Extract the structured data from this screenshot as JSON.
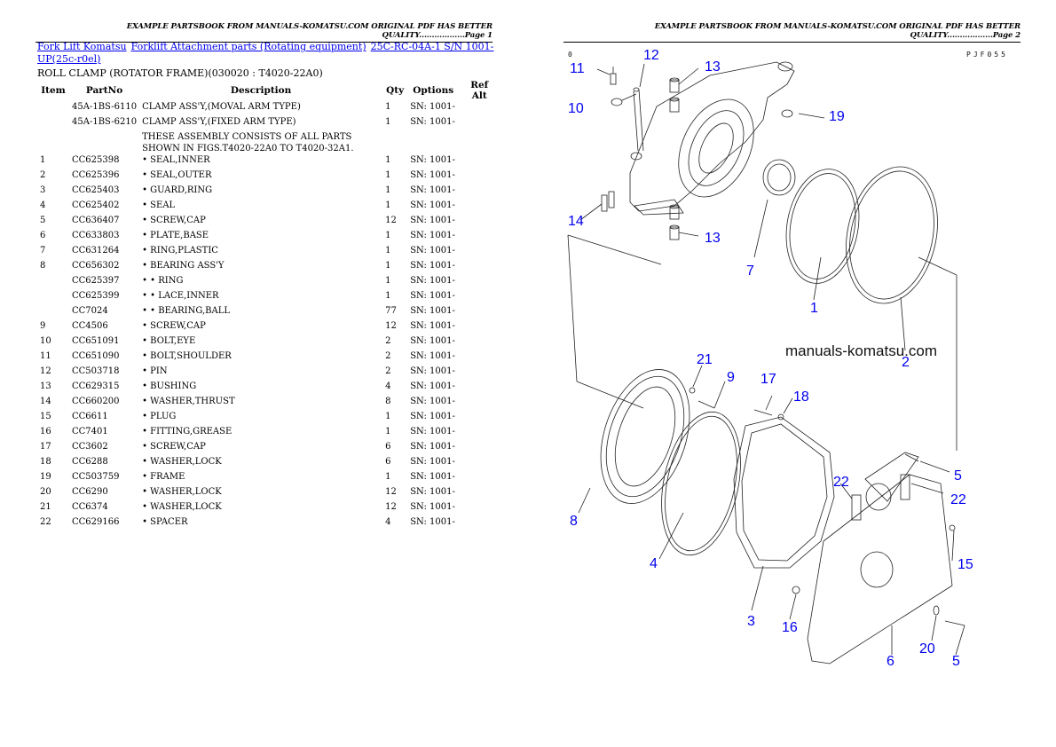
{
  "header": {
    "page1": "EXAMPLE PARTSBOOK FROM MANUALS-KOMATSU.COM ORIGINAL PDF HAS BETTER QUALITY..................Page 1",
    "page2": "EXAMPLE PARTSBOOK FROM MANUALS-KOMATSU.COM ORIGINAL PDF HAS BETTER QUALITY..................Page 2"
  },
  "breadcrumb": {
    "link1": "Fork Lift Komatsu",
    "link2": "Forklift Attachment parts (Rotating equipment)",
    "link3": "25C-RC-04A-1 S/N 1001-UP(25c-r0el)"
  },
  "subtitle": "ROLL CLAMP (ROTATOR FRAME)(030020 : T4020-22A0)",
  "table": {
    "headers": [
      "Item",
      "PartNo",
      "Description",
      "Qty",
      "Options",
      "Ref Alt"
    ],
    "rows": [
      [
        "",
        "45A-1BS-6110",
        "CLAMP ASS'Y,(MOVAL ARM TYPE)",
        "1",
        "SN: 1001-",
        ""
      ],
      [
        "",
        "45A-1BS-6210",
        "CLAMP ASS'Y,(FIXED ARM TYPE)",
        "1",
        "SN: 1001-",
        ""
      ],
      [
        "",
        "",
        "THESE ASSEMBLY CONSISTS OF ALL PARTS SHOWN IN FIGS.T4020-22A0 TO T4020-32A1.",
        "",
        "",
        ""
      ],
      [
        "1",
        "CC625398",
        "• SEAL,INNER",
        "1",
        "SN: 1001-",
        ""
      ],
      [
        "2",
        "CC625396",
        "• SEAL,OUTER",
        "1",
        "SN: 1001-",
        ""
      ],
      [
        "3",
        "CC625403",
        "• GUARD,RING",
        "1",
        "SN: 1001-",
        ""
      ],
      [
        "4",
        "CC625402",
        "• SEAL",
        "1",
        "SN: 1001-",
        ""
      ],
      [
        "5",
        "CC636407",
        "• SCREW,CAP",
        "12",
        "SN: 1001-",
        ""
      ],
      [
        "6",
        "CC633803",
        "• PLATE,BASE",
        "1",
        "SN: 1001-",
        ""
      ],
      [
        "7",
        "CC631264",
        "• RING,PLASTIC",
        "1",
        "SN: 1001-",
        ""
      ],
      [
        "8",
        "CC656302",
        "• BEARING ASS'Y",
        "1",
        "SN: 1001-",
        ""
      ],
      [
        "",
        "CC625397",
        "• • RING",
        "1",
        "SN: 1001-",
        ""
      ],
      [
        "",
        "CC625399",
        "• • LACE,INNER",
        "1",
        "SN: 1001-",
        ""
      ],
      [
        "",
        "CC7024",
        "• • BEARING,BALL",
        "77",
        "SN: 1001-",
        ""
      ],
      [
        "9",
        "CC4506",
        "• SCREW,CAP",
        "12",
        "SN: 1001-",
        ""
      ],
      [
        "10",
        "CC651091",
        "• BOLT,EYE",
        "2",
        "SN: 1001-",
        ""
      ],
      [
        "11",
        "CC651090",
        "• BOLT,SHOULDER",
        "2",
        "SN: 1001-",
        ""
      ],
      [
        "12",
        "CC503718",
        "• PIN",
        "2",
        "SN: 1001-",
        ""
      ],
      [
        "13",
        "CC629315",
        "• BUSHING",
        "4",
        "SN: 1001-",
        ""
      ],
      [
        "14",
        "CC660200",
        "• WASHER,THRUST",
        "8",
        "SN: 1001-",
        ""
      ],
      [
        "15",
        "CC6611",
        "• PLUG",
        "1",
        "SN: 1001-",
        ""
      ],
      [
        "16",
        "CC7401",
        "• FITTING,GREASE",
        "1",
        "SN: 1001-",
        ""
      ],
      [
        "17",
        "CC3602",
        "• SCREW,CAP",
        "6",
        "SN: 1001-",
        ""
      ],
      [
        "18",
        "CC6288",
        "• WASHER,LOCK",
        "6",
        "SN: 1001-",
        ""
      ],
      [
        "19",
        "CC503759",
        "• FRAME",
        "1",
        "SN: 1001-",
        ""
      ],
      [
        "20",
        "CC6290",
        "• WASHER,LOCK",
        "12",
        "SN: 1001-",
        ""
      ],
      [
        "21",
        "CC6374",
        "• WASHER,LOCK",
        "12",
        "SN: 1001-",
        ""
      ],
      [
        "22",
        "CC629166",
        "• SPACER",
        "4",
        "SN: 1001-",
        ""
      ]
    ]
  },
  "diagram": {
    "code": "PJF055",
    "corner_mark": "0",
    "watermark": "manuals-komatsu.com",
    "callouts": [
      "11",
      "12",
      "13",
      "10",
      "19",
      "14",
      "13",
      "7",
      "1",
      "2",
      "21",
      "9",
      "17",
      "18",
      "5",
      "22",
      "22",
      "8",
      "4",
      "15",
      "3",
      "16",
      "20",
      "5",
      "6"
    ]
  }
}
